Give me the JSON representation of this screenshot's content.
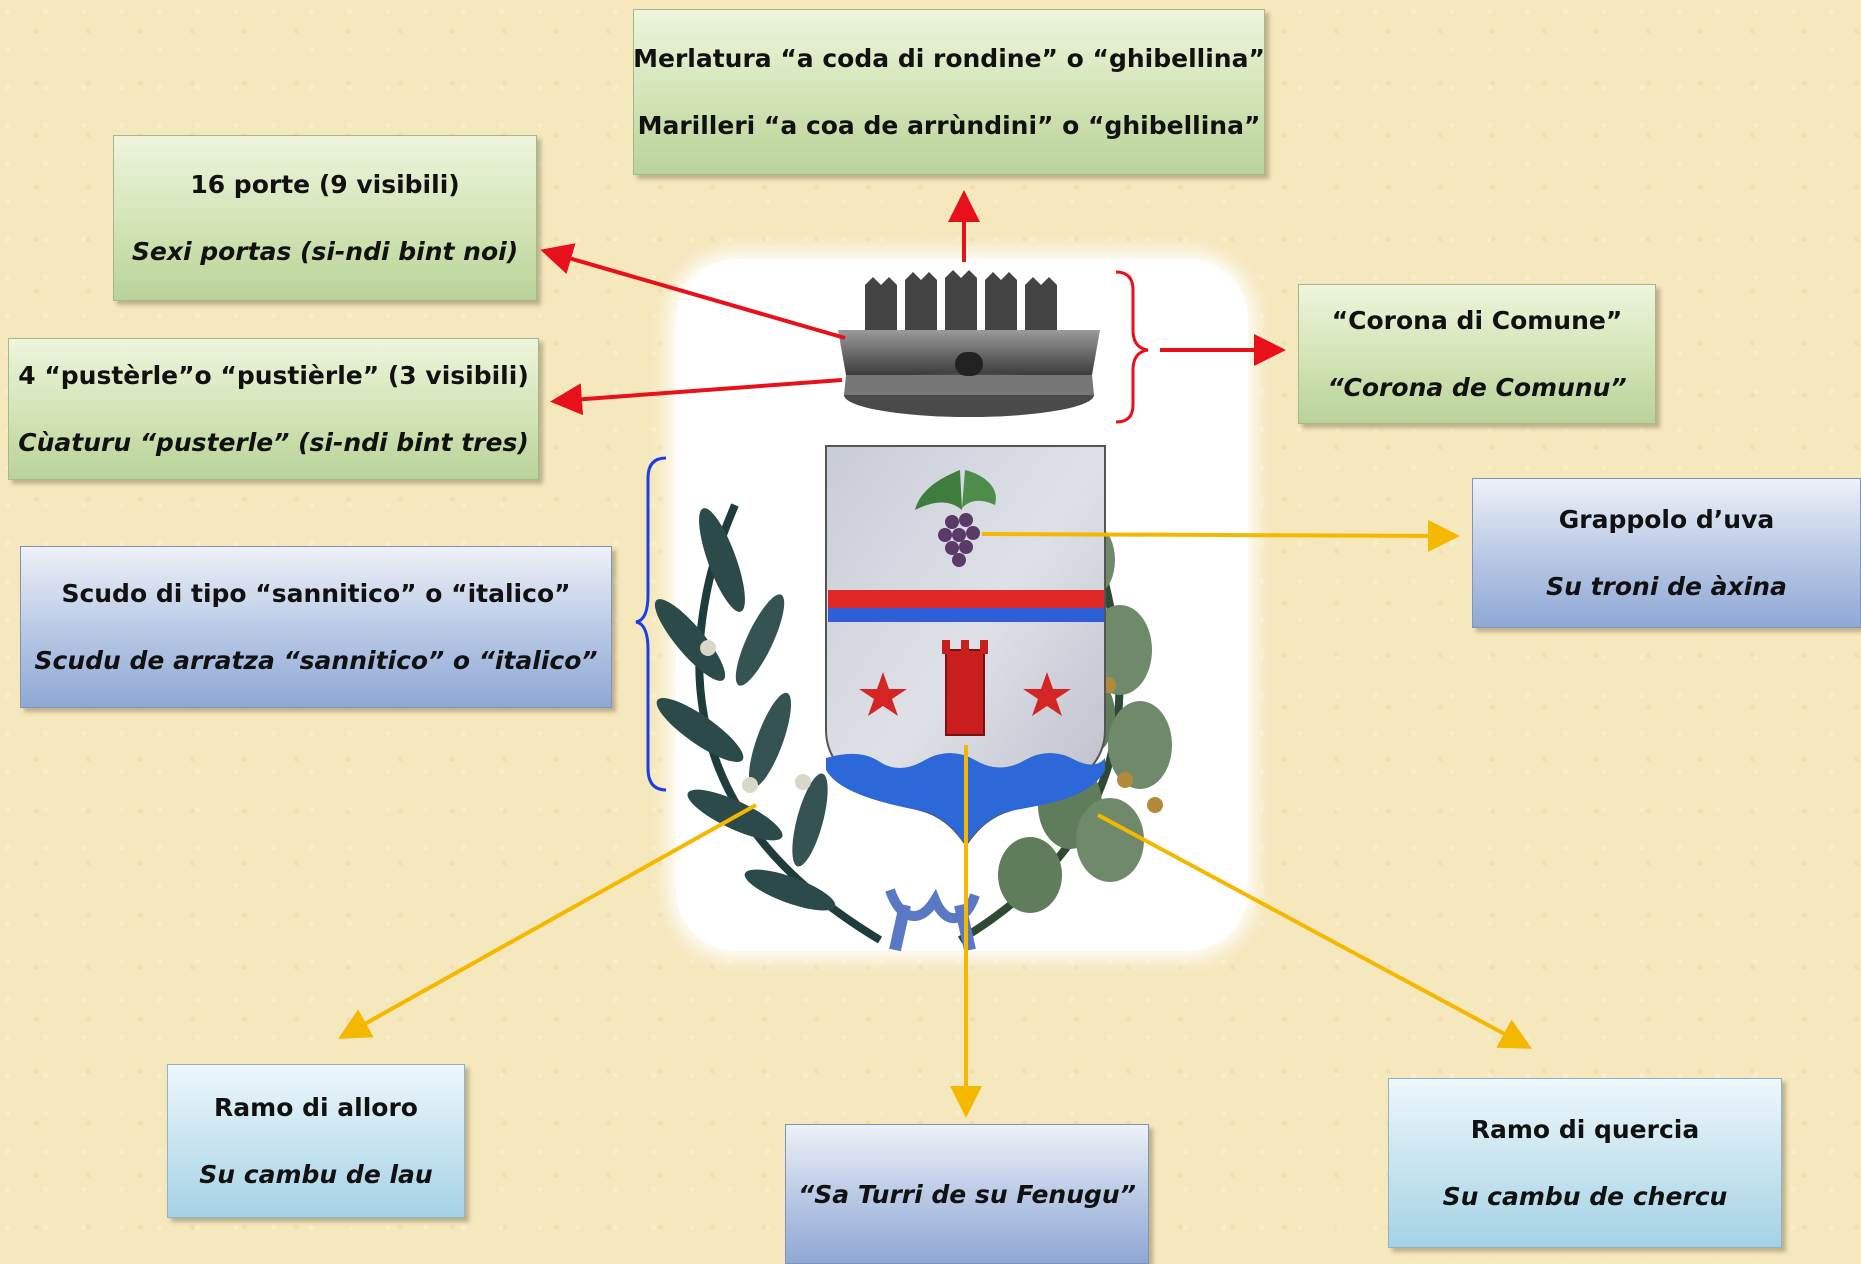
{
  "boxes": {
    "merlatura": {
      "line1": "Merlatura “a coda di rondine” o “ghibellina”",
      "line2": "Marilleri “a coa de arrùndini” o “ghibellina”"
    },
    "porte": {
      "line1": "16 porte (9 visibili)",
      "line2": "Sexi portas (si-ndi bint noi)"
    },
    "pusterle": {
      "line1": "4 “pustèrle”o “pustièrle”  (3 visibili)",
      "line2": "Cùaturu “pusterle” (si-ndi bint tres)"
    },
    "scudo": {
      "line1": "Scudo di tipo “sannitico” o “italico”",
      "line2": "Scudu de arratza “sannitico” o “italico”"
    },
    "corona": {
      "line1": "“Corona di Comune”",
      "line2": "“Corona de Comunu”"
    },
    "grappolo": {
      "line1": "Grappolo d’uva",
      "line2": "Su troni de àxina"
    },
    "alloro": {
      "line1": "Ramo di alloro",
      "line2": "Su cambu de lau"
    },
    "turri": {
      "line1": "“Sa Turri de su Fenugu”"
    },
    "quercia": {
      "line1": "Ramo di quercia",
      "line2": "Su cambu de chercu"
    }
  },
  "colors": {
    "red_arrow": "#e8101a",
    "yellow_arrow": "#f5b800",
    "blue_brace": "#1a3ee8",
    "shield_red_band": "#e02828",
    "shield_blue_band": "#2f5fd8",
    "tower": "#c81e1e",
    "water": "#2d68d8"
  },
  "icons": [
    "mural-crown-icon",
    "shield-icon",
    "grape-cluster-icon",
    "tower-icon",
    "star-icon",
    "laurel-branch-icon",
    "oak-branch-icon",
    "ribbon-icon"
  ]
}
